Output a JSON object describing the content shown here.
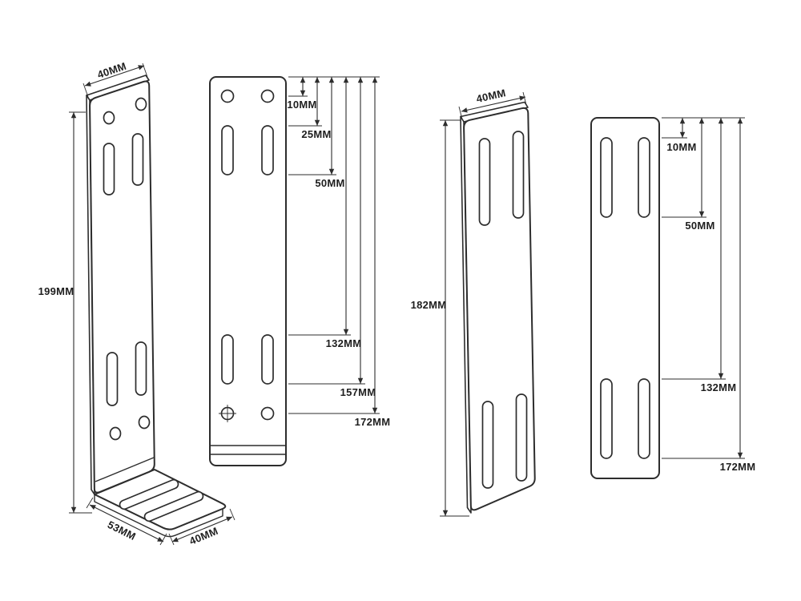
{
  "colors": {
    "line": "#2d2d2d",
    "background": "#ffffff"
  },
  "views": {
    "l_bracket_iso": {
      "dim_top_width": "40MM",
      "dim_height": "199MM",
      "dim_base_depth": "53MM",
      "dim_base_width": "40MM"
    },
    "l_bracket_front": {
      "dims": [
        "10MM",
        "25MM",
        "50MM",
        "132MM",
        "157MM",
        "172MM"
      ]
    },
    "flat_bracket_iso": {
      "dim_top_width": "40MM",
      "dim_height": "182MM"
    },
    "flat_bracket_front": {
      "dims": [
        "10MM",
        "50MM",
        "132MM",
        "172MM"
      ]
    }
  }
}
